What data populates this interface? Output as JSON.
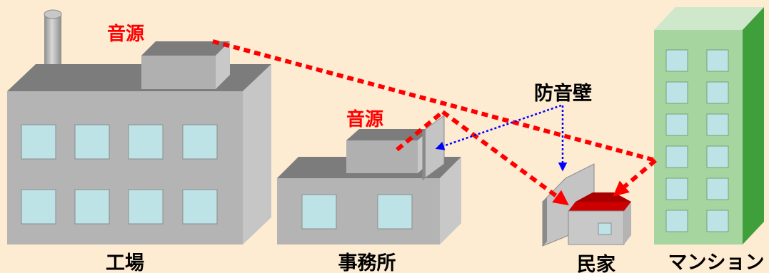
{
  "labels": {
    "factory": "工場",
    "office": "事務所",
    "house": "民家",
    "mansion": "マンション",
    "source_factory": "音源",
    "source_office": "音源",
    "barrier": "防音壁"
  },
  "colors": {
    "background": "#fdebd2",
    "sound_path": "#ff0000",
    "barrier_pointer": "#0000ff",
    "building_gray": "#b4b4b4",
    "window": "#bde3e6",
    "mansion_green": "#a6d5a0",
    "house_roof": "#cc0000"
  }
}
